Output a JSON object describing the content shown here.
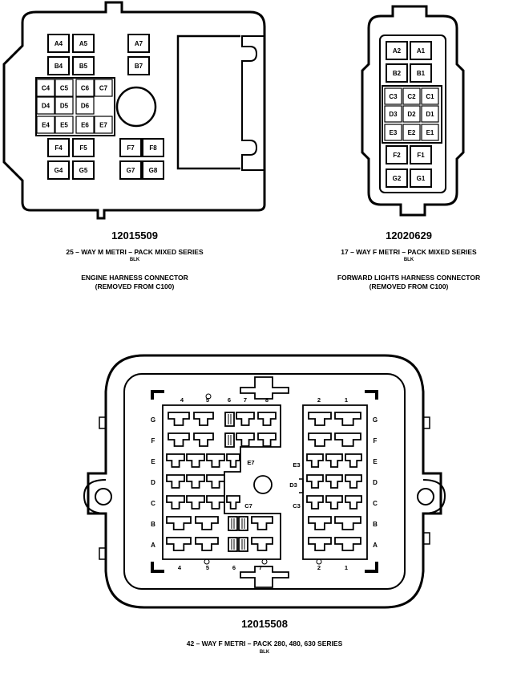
{
  "connectors": {
    "engine": {
      "part_number": "12015509",
      "series": "25 – WAY M METRI – PACK MIXED SERIES",
      "color": "BLK",
      "title": "ENGINE HARNESS CONNECTOR",
      "note": "(REMOVED FROM C100)",
      "cells": [
        "A4",
        "A5",
        "A7",
        "B4",
        "B5",
        "B7",
        "C4",
        "C5",
        "C6",
        "C7",
        "D4",
        "D5",
        "D6",
        "E4",
        "E5",
        "E6",
        "E7",
        "F4",
        "F5",
        "F7",
        "F8",
        "G4",
        "G5",
        "G7",
        "G8"
      ]
    },
    "forward": {
      "part_number": "12020629",
      "series": "17 – WAY F METRI – PACK MIXED SERIES",
      "color": "BLK",
      "title": "FORWARD LIGHTS HARNESS CONNECTOR",
      "note": "(REMOVED FROM C100)",
      "cells": [
        "A2",
        "A1",
        "B2",
        "B1",
        "C3",
        "C2",
        "C1",
        "D3",
        "D2",
        "D1",
        "E3",
        "E2",
        "E1",
        "F2",
        "F1",
        "G2",
        "G1"
      ]
    },
    "large": {
      "part_number": "12015508",
      "series": "42 – WAY F METRI – PACK 280, 480, 630 SERIES",
      "color": "BLK",
      "row_labels": [
        "G",
        "F",
        "E",
        "D",
        "C",
        "B",
        "A"
      ],
      "left_top_cols": [
        "4",
        "5",
        "6",
        "7",
        "8"
      ],
      "right_top_cols": [
        "2",
        "1"
      ],
      "left_bottom_cols": [
        "4",
        "5",
        "6",
        "7"
      ],
      "right_bottom_cols": [
        "2",
        "1"
      ],
      "callouts": [
        "E7",
        "C7",
        "E3",
        "D3",
        "C3"
      ]
    }
  }
}
